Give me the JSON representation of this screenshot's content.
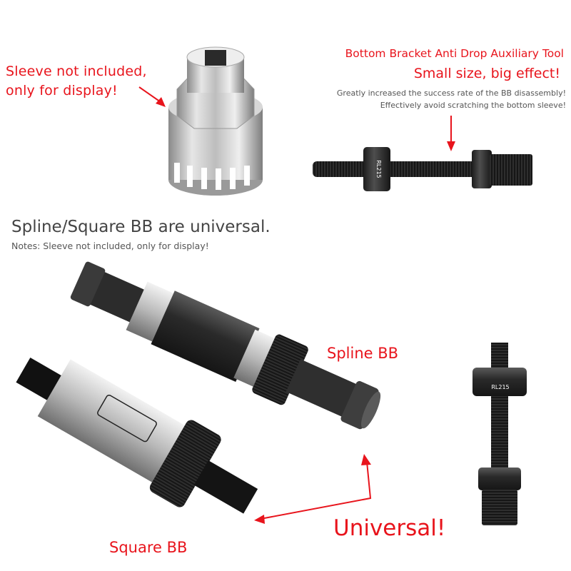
{
  "annotations": {
    "sleeve_note_line1": "Sleeve not included,",
    "sleeve_note_line2": "only for display!",
    "product_title": "Bottom Bracket Anti Drop Auxiliary Tool",
    "slogan": "Small size, big effect!",
    "benefit_1": "Greatly increased the success rate of the BB disassembly!",
    "benefit_2": "Effectively avoid scratching the bottom sleeve!",
    "compatibility_heading": "Spline/Square BB are universal.",
    "compatibility_note": "Notes: Sleeve not included, only for display!",
    "label_spline": "Spline BB",
    "label_square": "Square BB",
    "label_universal": "Universal!"
  },
  "tool": {
    "engraving": "RL215"
  },
  "colors": {
    "accent_red": "#e8141c",
    "text_gray": "#4a4a4a",
    "steel": "#c9c9c9",
    "black_metal": "#2b2b2b"
  }
}
